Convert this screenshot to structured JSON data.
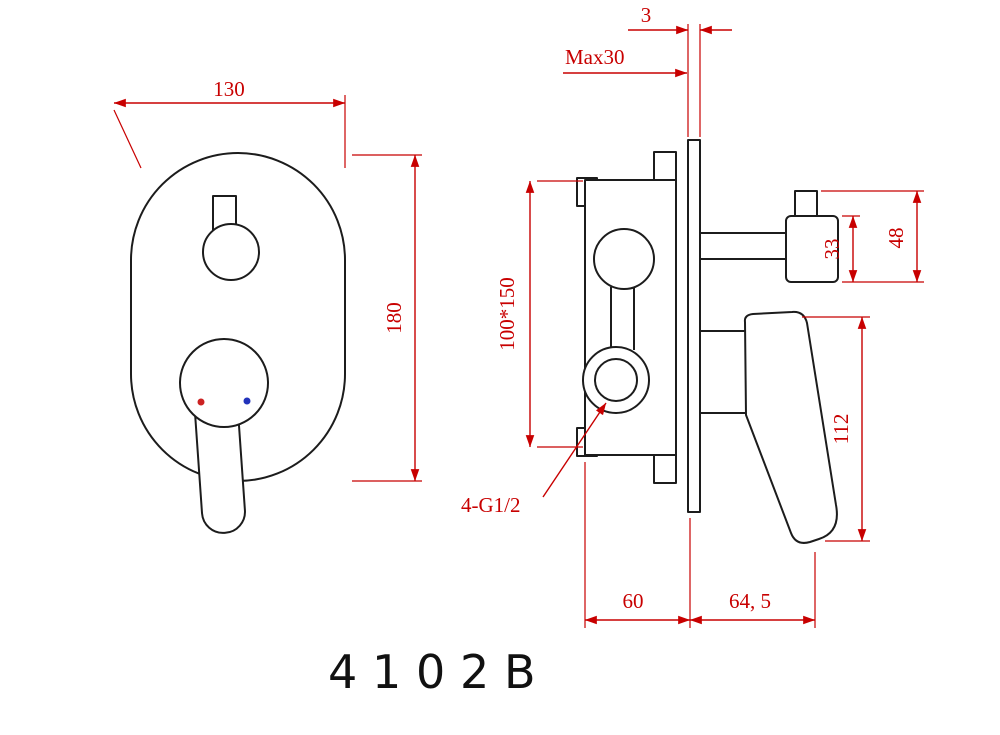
{
  "title": {
    "model": "4102B"
  },
  "colors": {
    "dimension_red": "#c80000",
    "geometry_black": "#1c1c1c",
    "hot_indicator": "#cc2222",
    "cold_indicator": "#2233bb",
    "background": "#ffffff"
  },
  "front_view": {
    "dim_width": "130",
    "dim_height": "180"
  },
  "side_view": {
    "dim_plate_thickness": "3",
    "dim_max_wall": "Max30",
    "dim_mounting": "100*150",
    "dim_spout_body": "33",
    "dim_spout_total": "48",
    "dim_handle": "112",
    "dim_depth_front": "60",
    "dim_depth_back": "64, 5",
    "label_thread": "4-G1/2"
  }
}
